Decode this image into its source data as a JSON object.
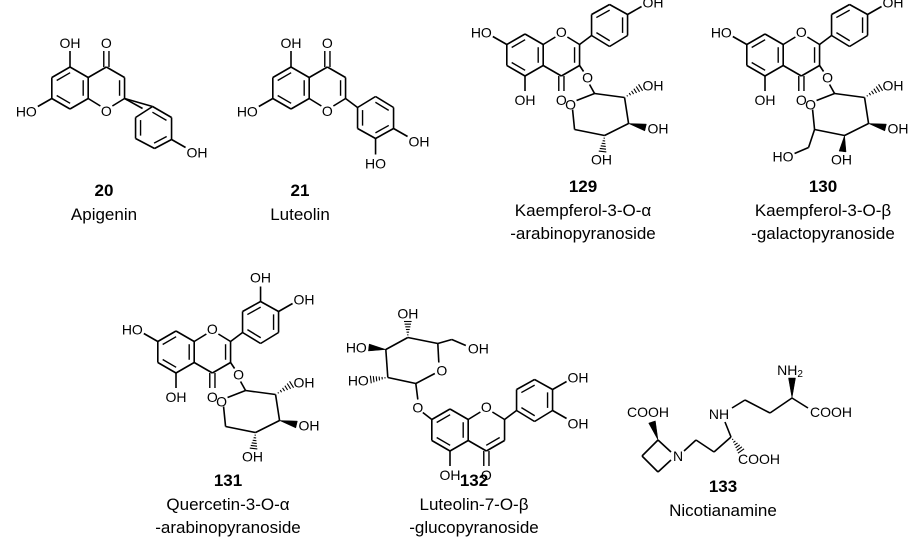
{
  "compounds": [
    {
      "number": "20",
      "name": [
        "Apigenin"
      ]
    },
    {
      "number": "21",
      "name": [
        "Luteolin"
      ]
    },
    {
      "number": "129",
      "name": [
        "Kaempferol-3-O-α",
        "-arabinopyranoside"
      ]
    },
    {
      "number": "130",
      "name": [
        "Kaempferol-3-O-β",
        "-galactopyranoside"
      ]
    },
    {
      "number": "131",
      "name": [
        "Quercetin-3-O-α",
        "-arabinopyranoside"
      ]
    },
    {
      "number": "132",
      "name": [
        "Luteolin-7-O-β",
        "-glucopyranoside"
      ]
    },
    {
      "number": "133",
      "name": [
        "Nicotianamine"
      ]
    }
  ],
  "atom_labels": {
    "OH": "OH",
    "HO": "HO",
    "O": "O",
    "N": "N",
    "H": "H",
    "COOH": "COOH",
    "NH": "NH",
    "NH2_main": "NH",
    "NH2_sub": "2"
  }
}
